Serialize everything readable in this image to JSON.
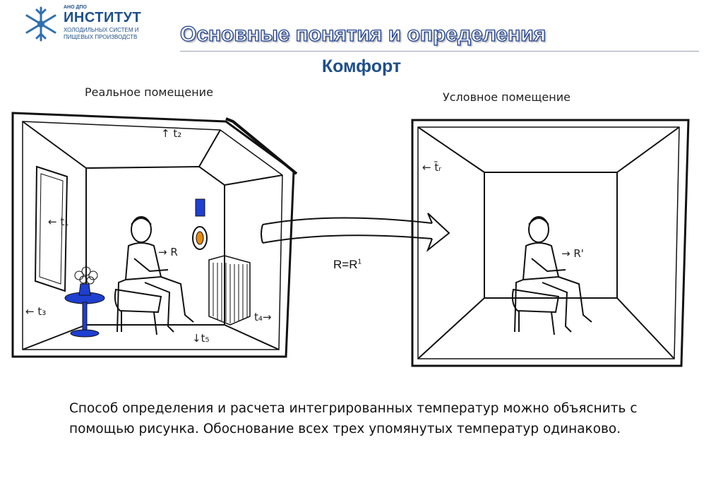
{
  "logo": {
    "small": "АНО ДПО",
    "name": "ИНСТИТУТ",
    "sub_line1": "ХОЛОДИЛЬНЫХ СИСТЕМ И",
    "sub_line2": "ПИЩЕВЫХ ПРОИЗВОДСТВ"
  },
  "title": "Основные понятия и определения",
  "subtitle": "Комфорт",
  "left_room": {
    "caption": "Реальное помещение",
    "labels": {
      "t1": "← t₁",
      "t2": "↑ t₂",
      "t3": "← t₃",
      "t4": "t₄→",
      "t5": "↓t₅",
      "r": "→ R"
    }
  },
  "right_room": {
    "caption": "Условное  помещение",
    "labels": {
      "tr": "← t̄ᵣ",
      "r": "→ R'"
    }
  },
  "equation": {
    "base": "R=R",
    "sup": "1"
  },
  "paragraph": "Способ определения и расчета интегрированных температур можно объяснить с помощью рисунка. Обоснование всех трех упомянутых температур одинаково."
}
